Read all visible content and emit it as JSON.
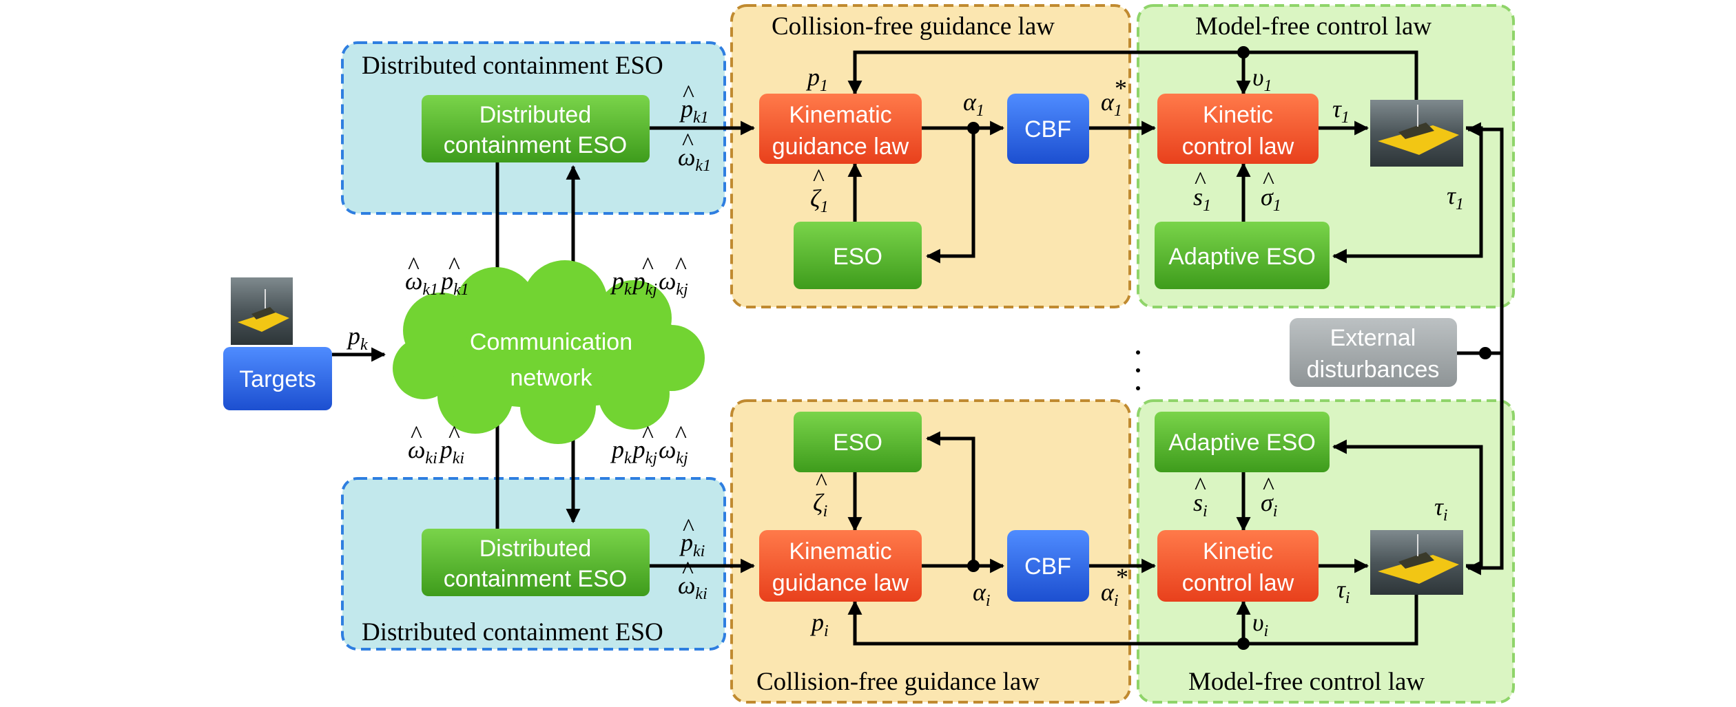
{
  "panels": {
    "eso_top_title": "Distributed containment ESO",
    "eso_bottom_title": "Distributed containment ESO",
    "guidance_top_title": "Collision-free guidance law",
    "guidance_bottom_title": "Collision-free guidance law",
    "control_top_title": "Model-free control law",
    "control_bottom_title": "Model-free control law"
  },
  "blocks": {
    "targets": "Targets",
    "comm_line1": "Communication",
    "comm_line2": "network",
    "dist_eso_line1": "Distributed",
    "dist_eso_line2": "containment ESO",
    "kin_guid_line1": "Kinematic",
    "kin_guid_line2": "guidance law",
    "eso": "ESO",
    "cbf": "CBF",
    "kinetic_line1": "Kinetic",
    "kinetic_line2": "control law",
    "adaptive_eso": "Adaptive ESO",
    "ext_line1": "External",
    "ext_line2": "disturbances",
    "dots": "·"
  },
  "signals": {
    "p_k": "p",
    "p_k_sub": "k",
    "top_idx": "1",
    "bottom_idx": "i",
    "k1": "k1",
    "ki": "ki",
    "kj": "kj",
    "k": "k",
    "p": "p",
    "omega": "ω",
    "zeta": "ζ",
    "alpha": "α",
    "alpha_star": "*",
    "upsilon": "υ",
    "tau": "τ",
    "s": "s",
    "sigma": "σ",
    "hat": "^"
  },
  "colors": {
    "green_block": "#5cb82c",
    "red_block": "#f0542a",
    "blue_block": "#2f6be0",
    "gray_block": "#a8adaf",
    "eso_panel": "#c2e8ec",
    "eso_border": "#2e7ee0",
    "guid_panel": "#fbe6b0",
    "guid_border": "#c08a30",
    "ctrl_panel": "#daf5c2",
    "ctrl_border": "#8fd46a",
    "cloud": "#72d432"
  }
}
